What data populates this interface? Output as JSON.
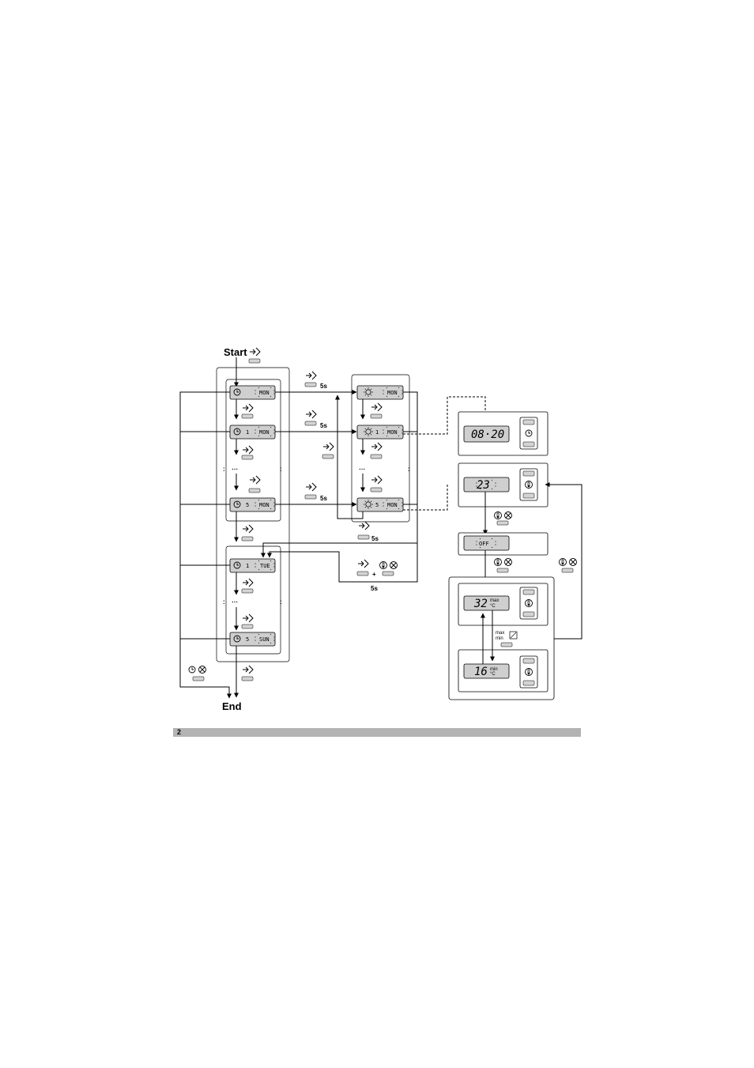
{
  "labels": {
    "start": "Start",
    "end": "End",
    "hold_time": "5s",
    "plus": "+",
    "ellipsis": "⋯",
    "page_number": "2"
  },
  "displays": {
    "day_mon": "MON",
    "day_tue": "TUE",
    "day_sun": "SUN",
    "program_1": "1",
    "program_5": "5",
    "clock_value": "08·20",
    "temp_value": "23",
    "off_value": "OFF",
    "max_value": "32",
    "min_value": "16",
    "max_label": "max",
    "min_label": "min",
    "deg_unit": "°C",
    "up_arrow": "▲",
    "down_arrow": "▼"
  },
  "icons": {
    "program_button": "arrow-enter-icon",
    "clock_button": "clock-icon",
    "thermometer_button": "thermometer-icon",
    "cancel_button": "crossed-circle-icon",
    "maxmin_button": "max-min-window-icon"
  }
}
